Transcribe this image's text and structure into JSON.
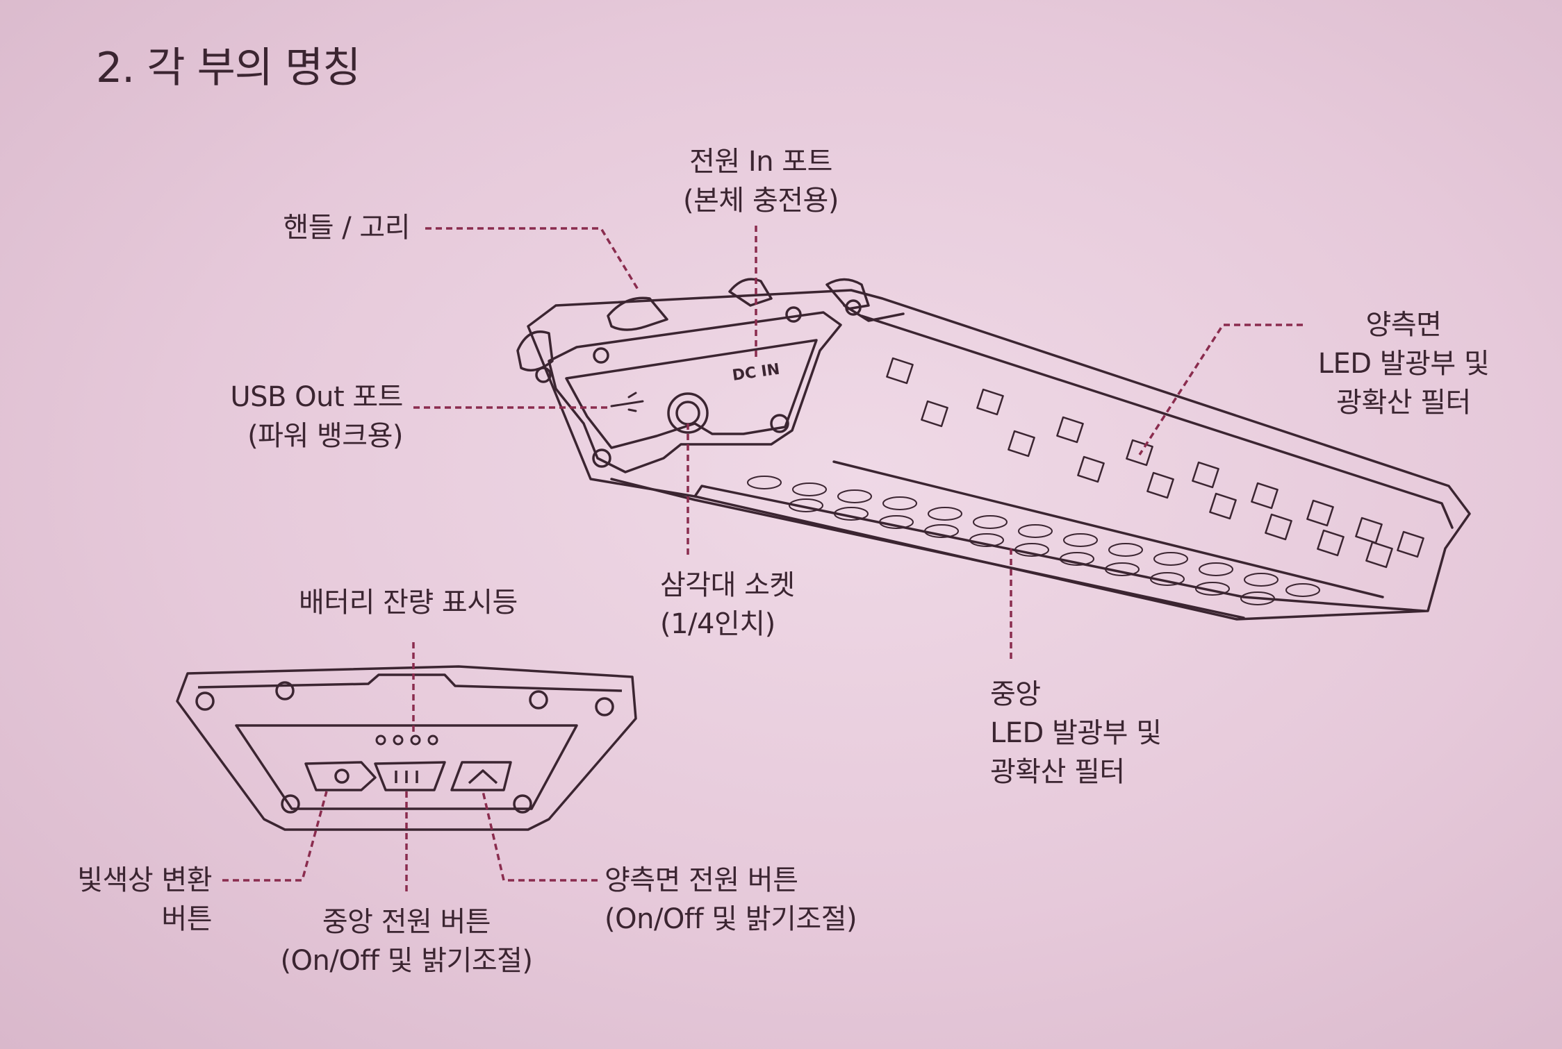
{
  "title": "2. 각 부의 명칭",
  "device_marking": "DC IN",
  "labels": {
    "handle": [
      "핸들 / 고리"
    ],
    "power_in": [
      "전원 In 포트",
      "(본체 충전용)"
    ],
    "usb_out": [
      "USB Out 포트",
      "(파워 뱅크용)"
    ],
    "side_led": [
      "양측면",
      "LED 발광부 및",
      "광확산 필터"
    ],
    "tripod": [
      "삼각대 소켓",
      "(1/4인치)"
    ],
    "battery": [
      "배터리 잔량 표시등"
    ],
    "center_led": [
      "중앙",
      "LED 발광부 및",
      "광확산 필터"
    ],
    "color_btn": [
      "빛색상 변환",
      "버튼"
    ],
    "center_power": [
      "중앙 전원 버튼",
      "(On/Off 및 밝기조절)"
    ],
    "side_power": [
      "양측면 전원 버튼",
      "(On/Off 및 밝기조절)"
    ]
  },
  "colors": {
    "ink": "#3b2531",
    "line": "#8a2c4e",
    "background": "#e9cfdf"
  }
}
